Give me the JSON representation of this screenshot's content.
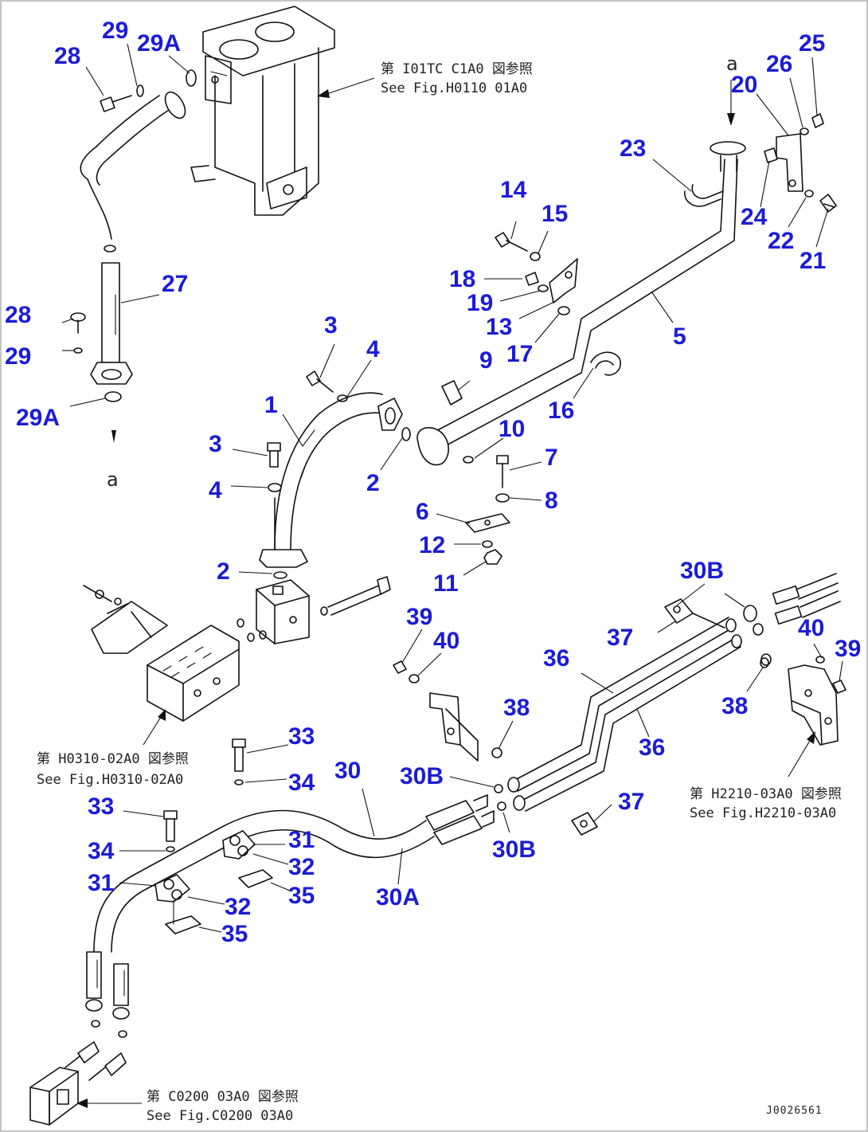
{
  "part_numbers": {
    "n1": "1",
    "n2": "2",
    "n3": "3",
    "n4": "4",
    "n5": "5",
    "n6": "6",
    "n7": "7",
    "n8": "8",
    "n9": "9",
    "n10": "10",
    "n11": "11",
    "n12": "12",
    "n13": "13",
    "n14": "14",
    "n15": "15",
    "n16": "16",
    "n17": "17",
    "n18": "18",
    "n19": "19",
    "n20": "20",
    "n21": "21",
    "n22": "22",
    "n23": "23",
    "n24": "24",
    "n25": "25",
    "n26": "26",
    "n27": "27",
    "n28": "28",
    "n29": "29",
    "n29A": "29A",
    "n30": "30",
    "n30A": "30A",
    "n30B": "30B",
    "n31": "31",
    "n32": "32",
    "n33": "33",
    "n34": "34",
    "n35": "35",
    "n36": "36",
    "n37": "37",
    "n38": "38",
    "n39": "39",
    "n40": "40"
  },
  "references": {
    "top_jp": "第 I01TC C1A0 図参照",
    "top_en": "See Fig.H0110 01A0",
    "valve_jp": "第 H0310-02A0 図参照",
    "valve_en": "See Fig.H0310-02A0",
    "bracket_jp": "第 H2210-03A0 図参照",
    "bracket_en": "See Fig.H2210-03A0",
    "bottom_jp": "第 C0200 03A0 図参照",
    "bottom_en": "See Fig.C0200 03A0"
  },
  "markers": {
    "connection_a": "a"
  },
  "document_id": "J0026561",
  "colors": {
    "part_number": "#1c1cd6",
    "line": "#111111",
    "background": "#ffffff"
  }
}
